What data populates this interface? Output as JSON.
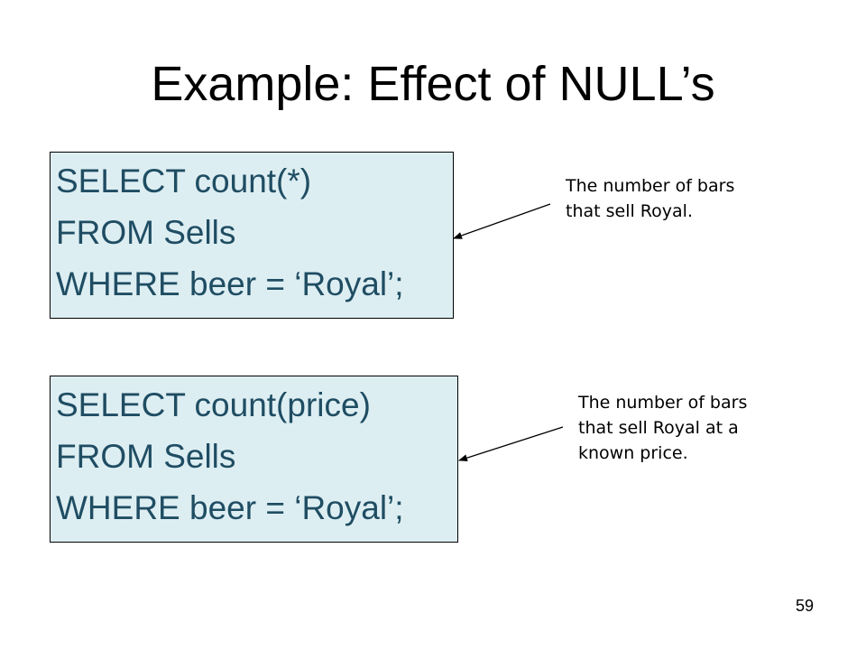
{
  "slide": {
    "title": "Example: Effect of NULL’s",
    "page_number": "59"
  },
  "query1": {
    "lines": [
      "SELECT count(*)",
      "FROM Sells",
      "WHERE beer = ‘Royal’;"
    ]
  },
  "query2": {
    "lines": [
      "SELECT count(price)",
      "FROM Sells",
      "WHERE beer = ‘Royal’;"
    ]
  },
  "annotation1": {
    "lines": [
      "The number of bars",
      "that sell Royal."
    ]
  },
  "annotation2": {
    "lines": [
      "The number of bars",
      "that sell Royal at a",
      "known price."
    ]
  },
  "colors": {
    "code_background": "#ddeef2",
    "code_text": "#1f4d63"
  }
}
